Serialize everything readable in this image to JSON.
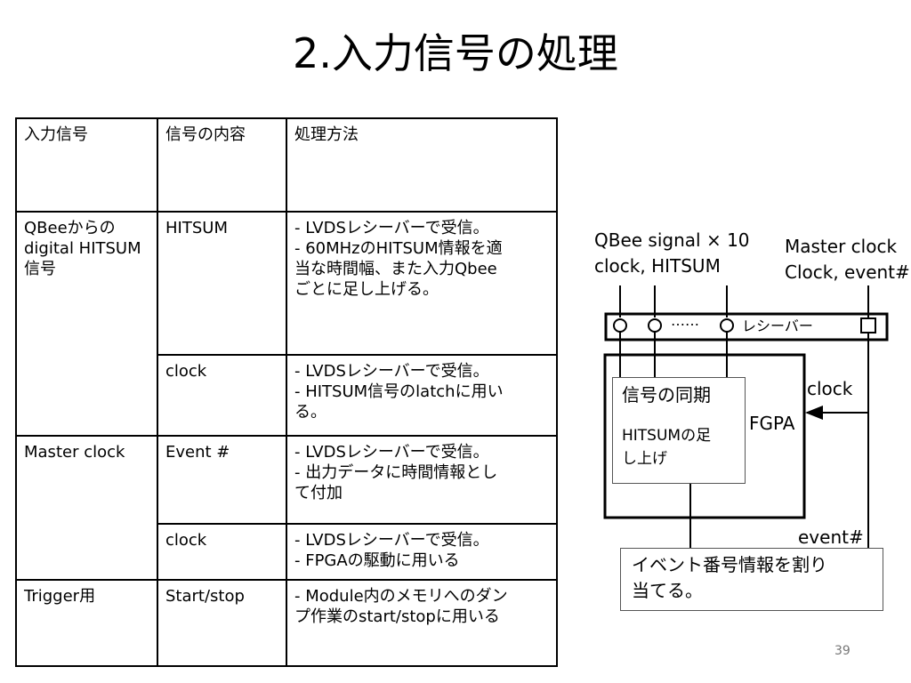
{
  "title": "2.入力信号の処理",
  "table": {
    "headers": [
      "入力信号",
      "信号の内容",
      "処理方法"
    ],
    "rows": [
      {
        "input_lines": [
          "QBeeからの",
          "digital HITSUM",
          "信号"
        ],
        "content": "HITSUM",
        "method_lines": [
          "- LVDSレシーバーで受信。",
          "- 60MHzのHITSUM情報を適",
          "当な時間幅、また入力Qbee",
          "ごとに足し上げる。"
        ]
      },
      {
        "content": "clock",
        "method_lines": [
          "- LVDSレシーバーで受信。",
          "- HITSUM信号のlatchに用い",
          "る。"
        ]
      },
      {
        "input_lines": [
          "Master clock"
        ],
        "content": "Event #",
        "method_lines": [
          "- LVDSレシーバーで受信。",
          "- 出力データに時間情報とし",
          "て付加"
        ]
      },
      {
        "content": "clock",
        "method_lines": [
          "- LVDSレシーバーで受信。",
          "- FPGAの駆動に用いる"
        ]
      },
      {
        "input_lines": [
          "Trigger用"
        ],
        "content": "Start/stop",
        "method_lines": [
          "- Module内のメモリへのダン",
          "プ作業のstart/stopに用いる"
        ]
      }
    ]
  },
  "diagram": {
    "qbee_label_line1": "QBee signal × 10",
    "qbee_label_line2": "clock, HITSUM",
    "master_label_line1": "Master clock",
    "master_label_line2": "Clock, event#",
    "receiver_dots": "……",
    "receiver_label": "レシーバー",
    "clock_label": "clock",
    "fpga_label": "FGPA",
    "sync_title": "信号の同期",
    "sync_body_line1": "HITSUMの足",
    "sync_body_line2": "し上げ",
    "event_label": "event#",
    "event_box_line1": "イベント番号情報を割り",
    "event_box_line2": "当てる。"
  },
  "page_number": "39"
}
